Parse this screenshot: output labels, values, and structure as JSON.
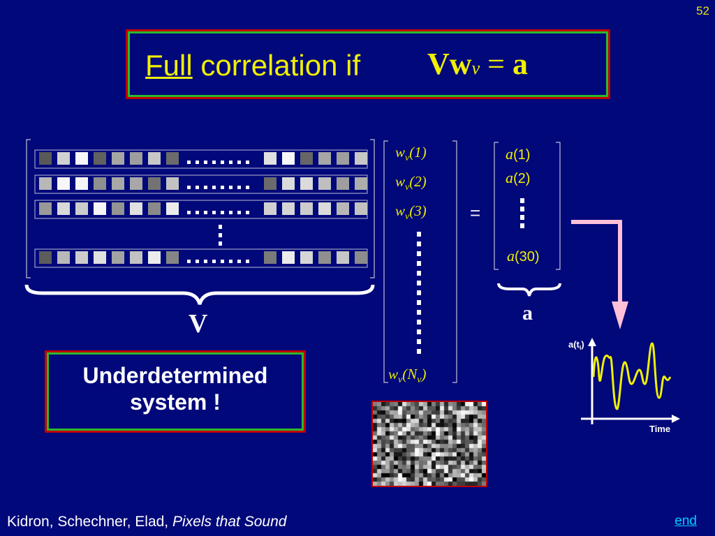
{
  "slide_number": "52",
  "title": {
    "underlined": "Full",
    "rest": " correlation if",
    "equation": {
      "V": "V",
      "w": "w",
      "w_sub": "v",
      "equals": " = ",
      "a": "a"
    }
  },
  "matrix_label": "V",
  "weights": [
    {
      "base": "w",
      "sub": "v",
      "arg": "(1)"
    },
    {
      "base": "w",
      "sub": "v",
      "arg": "(2)"
    },
    {
      "base": "w",
      "sub": "v",
      "arg": "(3)"
    },
    {
      "base": "w",
      "sub": "v",
      "arg": "(N",
      "arg_sub": "v",
      "arg_end": ")"
    }
  ],
  "equals_sign": "=",
  "audio": [
    {
      "base": "a",
      "arg": "(1)"
    },
    {
      "base": "a",
      "arg": "(2)"
    },
    {
      "base": "a",
      "arg": "(30)"
    }
  ],
  "audio_label": "a",
  "note": {
    "line1": "Underdetermined",
    "line2": "system  !"
  },
  "plot": {
    "ylabel": "a(t",
    "ylabel_sub": "i",
    "ylabel_end": ")",
    "xlabel": "Time"
  },
  "footer": {
    "authors": "Kidron, Schechner, Elad, ",
    "title": "Pixels that Sound"
  },
  "end_link": "end",
  "pixel_rows": [
    [
      0.35,
      0.82,
      0.97,
      0.38,
      0.65,
      0.62,
      0.78,
      0.42,
      0.88,
      0.97,
      0.4,
      0.65,
      0.62,
      0.78
    ],
    [
      0.72,
      0.97,
      0.96,
      0.56,
      0.66,
      0.66,
      0.45,
      0.76,
      0.42,
      0.86,
      0.86,
      0.75,
      0.62,
      0.68
    ],
    [
      0.6,
      0.85,
      0.8,
      0.96,
      0.58,
      0.88,
      0.54,
      0.92,
      0.82,
      0.84,
      0.8,
      0.86,
      0.72,
      0.76
    ],
    [
      0.36,
      0.72,
      0.8,
      0.88,
      0.64,
      0.76,
      0.92,
      0.52,
      0.48,
      0.92,
      0.84,
      0.56,
      0.78,
      0.55
    ]
  ],
  "colors": {
    "background": "#00087a",
    "accent_yellow": "#f0f000",
    "frame_red": "#c00000",
    "frame_green": "#2db82d",
    "arrow_pink": "#ffc0d8"
  }
}
